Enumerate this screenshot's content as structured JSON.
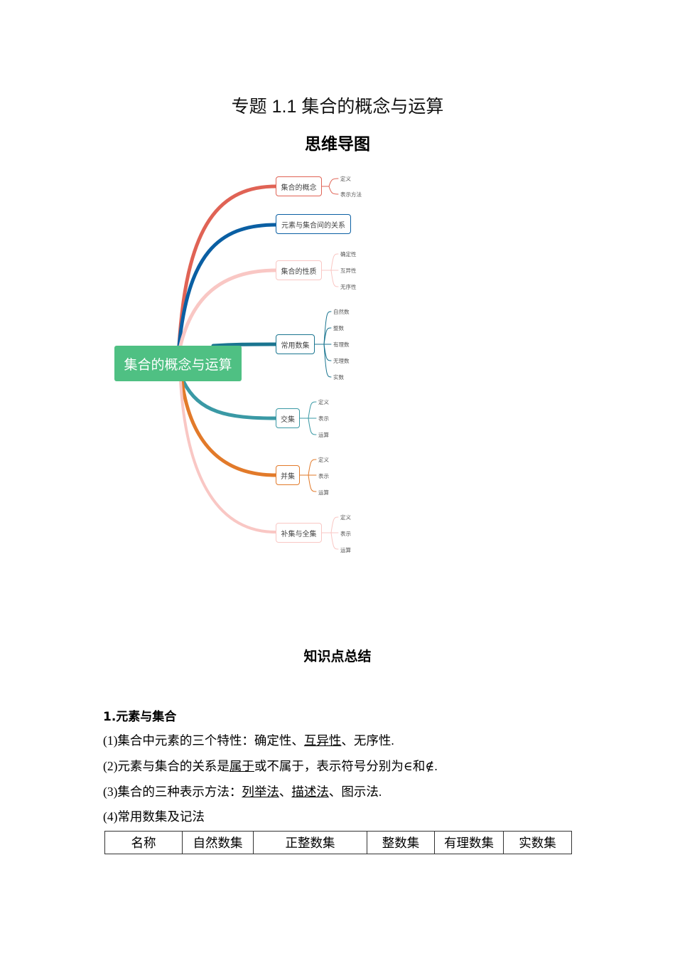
{
  "document": {
    "title": "专题 1.1 集合的概念与运算",
    "mindmap_heading": "思维导图",
    "summary_heading": "知识点总结"
  },
  "mindmap": {
    "root": {
      "label": "集合的概念与运算",
      "color": "#4fc083"
    },
    "branches": [
      {
        "label": "集合的概念",
        "color": "#e06355",
        "leaves": [
          "定义",
          "表示方法"
        ]
      },
      {
        "label": "元素与集合间的关系",
        "color": "#0a5fa3",
        "leaves": []
      },
      {
        "label": "集合的性质",
        "color": "#f9c7c4",
        "leaves": [
          "确定性",
          "互异性",
          "无序性"
        ]
      },
      {
        "label": "常用数集",
        "color": "#1a7590",
        "leaves": [
          "自然数",
          "整数",
          "有理数",
          "无理数",
          "实数"
        ]
      },
      {
        "label": "交集",
        "color": "#3a99a5",
        "leaves": [
          "定义",
          "表示",
          "运算"
        ]
      },
      {
        "label": "并集",
        "color": "#e27a2a",
        "leaves": [
          "定义",
          "表示",
          "运算"
        ]
      },
      {
        "label": "补集与全集",
        "color": "#f9c7c4",
        "leaves": [
          "定义",
          "表示",
          "运算"
        ]
      }
    ]
  },
  "summary": {
    "section1": {
      "heading": "1.元素与集合",
      "p1": {
        "prefix": "(1)集合中元素的三个特性：确定性、",
        "u1": "互异性",
        "suffix": "、无序性."
      },
      "p2": {
        "prefix": "(2)元素与集合的关系是",
        "u1": "属于",
        "suffix": "或不属于，表示符号分别为∈和∉."
      },
      "p3": {
        "prefix": "(3)集合的三种表示方法：",
        "u1": "列举法",
        "mid": "、",
        "u2": "描述法",
        "suffix": "、图示法."
      },
      "p4": {
        "text": "(4)常用数集及记法"
      },
      "table": {
        "headers": [
          "名称",
          "自然数集",
          "正整数集",
          "整数集",
          "有理数集",
          "实数集"
        ]
      }
    }
  }
}
